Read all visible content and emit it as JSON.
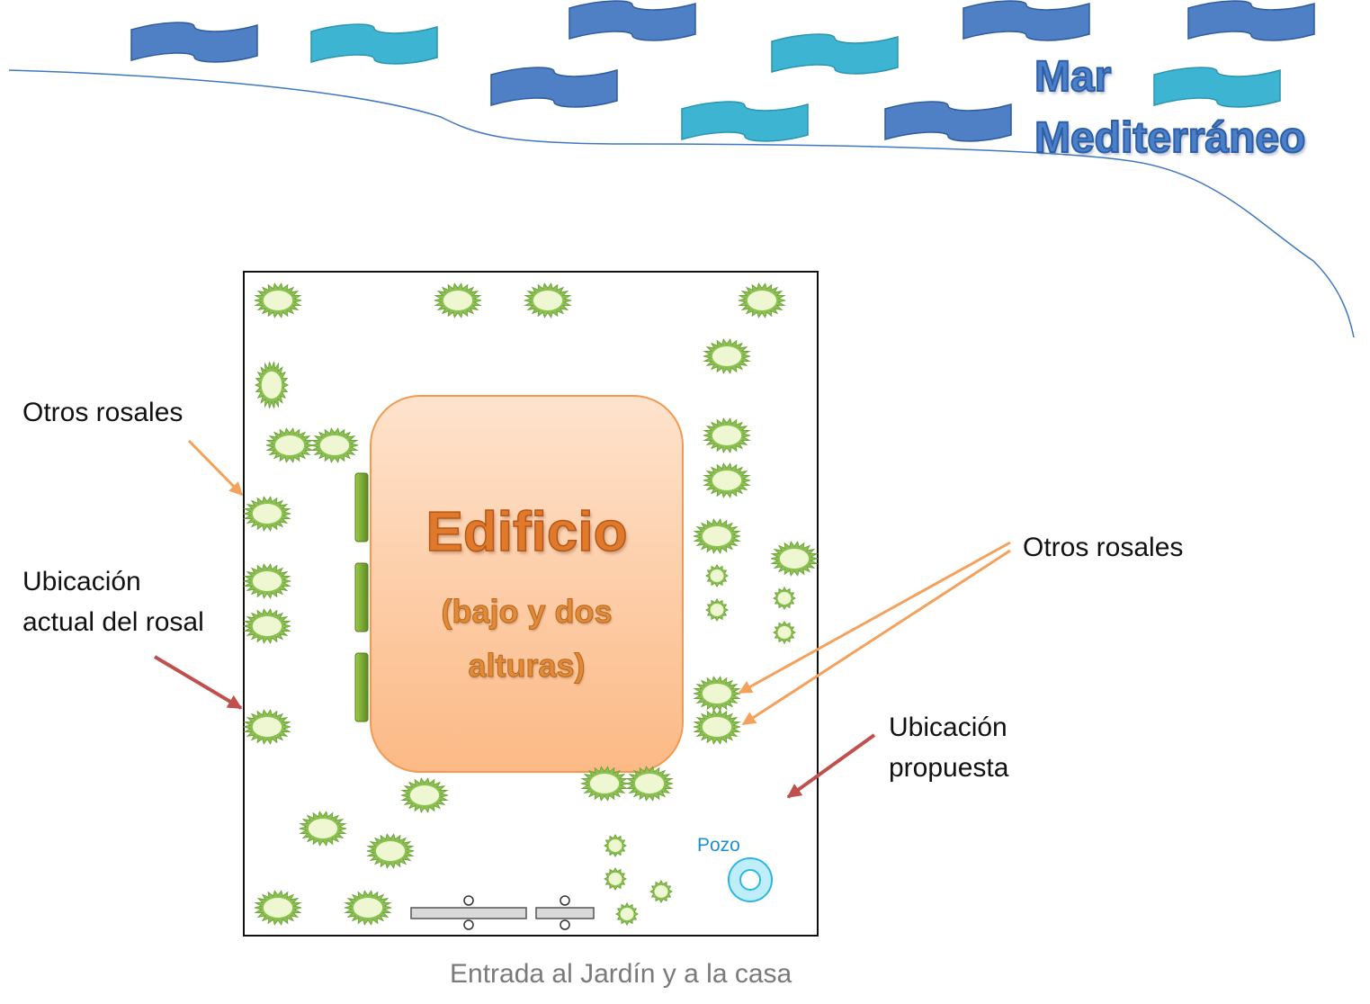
{
  "sea": {
    "line1": "Mar",
    "line2": "Mediterráneo"
  },
  "building": {
    "title": "Edificio",
    "subtitle_line1": "(bajo y dos",
    "subtitle_line2": "alturas)"
  },
  "labels": {
    "otros_rosales_left": "Otros rosales",
    "ubicacion_actual_line1": "Ubicación",
    "ubicacion_actual_line2": "actual del rosal",
    "otros_rosales_right": "Otros rosales",
    "ubicacion_propuesta_line1": "Ubicación",
    "ubicacion_propuesta_line2": "propuesta",
    "pozo": "Pozo",
    "entrada": "Entrada al Jardín y a la casa"
  },
  "colors": {
    "wave_dark": "#4f7fc4",
    "wave_light": "#3cb4d2",
    "coastline": "#3f78c0",
    "rose_fill": "#eef7d2",
    "rose_spikes": "#8cc152",
    "building": "#fcc59a",
    "hedge": "#6e9e2c",
    "arrow_orange": "#f4a15c",
    "arrow_red": "#c0504d",
    "well": "#2bb7e6"
  }
}
